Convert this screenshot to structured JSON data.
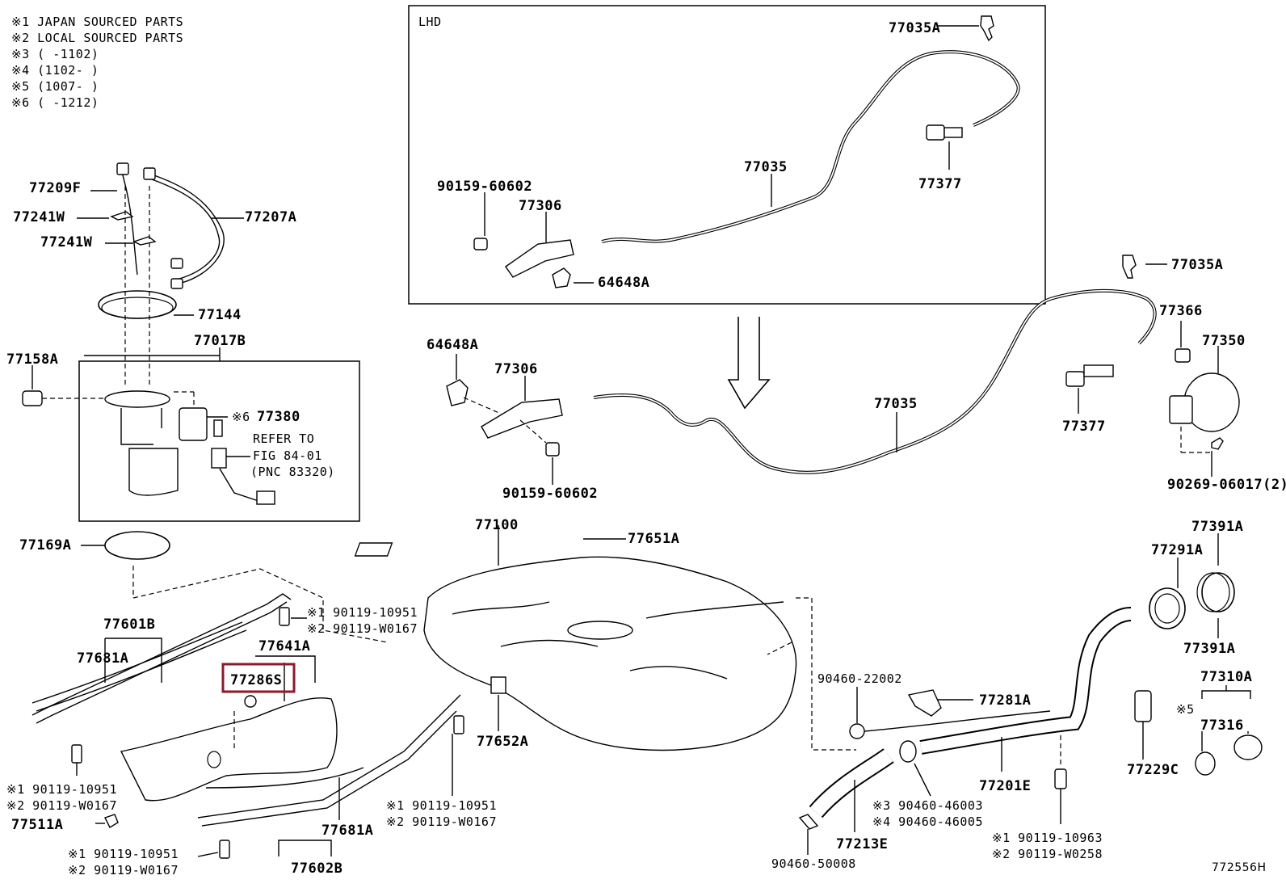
{
  "notes": [
    "※1 JAPAN SOURCED PARTS",
    "※2 LOCAL SOURCED PARTS",
    "※3 (    -1102)",
    "※4 (1102-    )",
    "※5 (1007-    )",
    "※6 (    -1212)"
  ],
  "lhd_label": "LHD",
  "labels": {
    "l77035A_top": "77035A",
    "l77035_top": "77035",
    "l90159_top": "90159-60602",
    "l77306_top": "77306",
    "l77377_top": "77377",
    "l64648A_top": "64648A",
    "l77035A_r": "77035A",
    "l77366": "77366",
    "l77350": "77350",
    "l77377_r": "77377",
    "l77035_mid": "77035",
    "l64648A_mid": "64648A",
    "l77306_mid": "77306",
    "l90159_mid": "90159-60602",
    "l90269": "90269-06017(2)",
    "l77209F": "77209F",
    "l77241W_a": "77241W",
    "l77241W_b": "77241W",
    "l77207A": "77207A",
    "l77144": "77144",
    "l77017B": "77017B",
    "l77158A": "77158A",
    "l77380_pre": "※6",
    "l77380": "77380",
    "refer1": "REFER TO",
    "refer2": "FIG 84-01",
    "refer3": "(PNC 83320)",
    "l77169A": "77169A",
    "l77100": "77100",
    "l77651A": "77651A",
    "l77391A_a": "77391A",
    "l77291A": "77291A",
    "l77391A_b": "77391A",
    "l77310A": "77310A",
    "l77316_pre": "※5",
    "l77316": "77316",
    "l77229C": "77229C",
    "l77601B": "77601B",
    "l77681A_l": "77681A",
    "l77641A": "77641A",
    "l77286S": "77286S",
    "l90119_a1": "※1 90119-10951",
    "l90119_a2": "※2 90119-W0167",
    "l77652A": "77652A",
    "l90460_22002": "90460-22002",
    "l77281A": "77281A",
    "l77201E": "77201E",
    "l90460_4600x_1": "※3 90460-46003",
    "l90460_4600x_2": "※4 90460-46005",
    "l77213E": "77213E",
    "l90460_50008": "90460-50008",
    "l90119_c1": "※1 90119-10963",
    "l90119_c2": "※2 90119-W0258",
    "l90119_b1": "※1 90119-10951",
    "l90119_b2": "※2 90119-W0167",
    "l90119_d1": "※1 90119-10951",
    "l90119_d2": "※2 90119-W0167",
    "l90119_e1": "※1 90119-10951",
    "l90119_e2": "※2 90119-W0167",
    "l77511A": "77511A",
    "l77681A_b": "77681A",
    "l77602B": "77602B",
    "figure_id": "772556H"
  },
  "highlight": {
    "part": "77286S",
    "color": "#8b1a2b"
  }
}
